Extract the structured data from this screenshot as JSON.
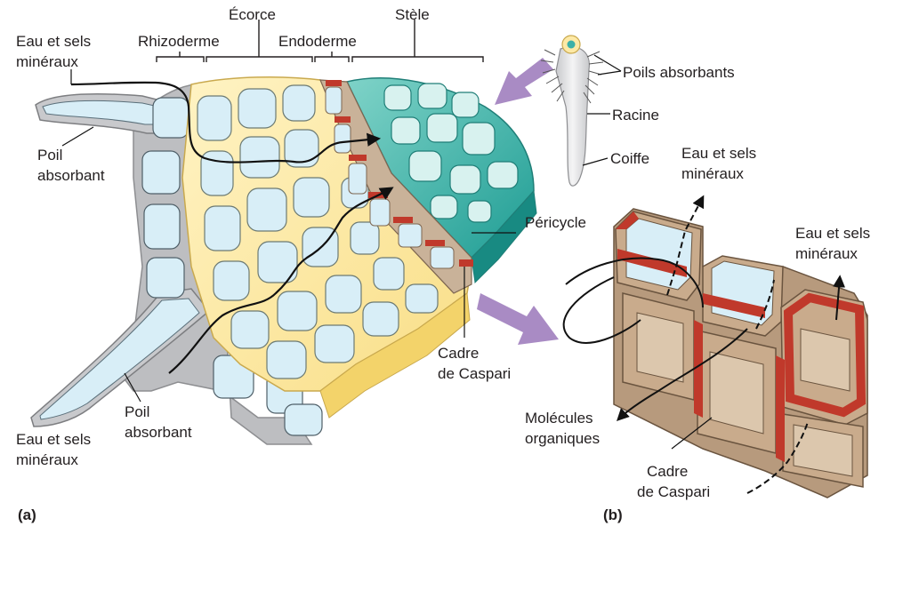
{
  "panel_a": {
    "tag": "(a)",
    "tissue_headers": {
      "rhizoderme": "Rhizoderme",
      "ecorce": "Écorce",
      "endoderme": "Endoderme",
      "stele": "Stèle"
    },
    "labels": {
      "water_top_line1": "Eau et sels",
      "water_top_line2": "minéraux",
      "root_hair_top_line1": "Poil",
      "root_hair_top_line2": "absorbant",
      "root_hair_bottom_line1": "Poil",
      "root_hair_bottom_line2": "absorbant",
      "water_bottom_line1": "Eau et sels",
      "water_bottom_line2": "minéraux",
      "pericycle": "Péricycle",
      "casparian_line1": "Cadre",
      "casparian_line2": "de Caspari"
    }
  },
  "inset": {
    "root_hairs": "Poils absorbants",
    "root": "Racine",
    "root_cap": "Coiffe"
  },
  "panel_b": {
    "tag": "(b)",
    "labels": {
      "water_1_line1": "Eau et sels",
      "water_1_line2": "minéraux",
      "water_2_line1": "Eau et sels",
      "water_2_line2": "minéraux",
      "organic_line1": "Molécules",
      "organic_line2": "organiques",
      "casparian_line1": "Cadre",
      "casparian_line2": "de Caspari"
    }
  },
  "colors": {
    "epidermis": "#c9cacc",
    "cortex": "#fde9a6",
    "cell_lumen": "#d8eef7",
    "stele": "#3cb0a8",
    "casparian_strip": "#c0392b",
    "endodermis_wall": "#c9b299",
    "arrow_purple": "#a98bc4"
  }
}
